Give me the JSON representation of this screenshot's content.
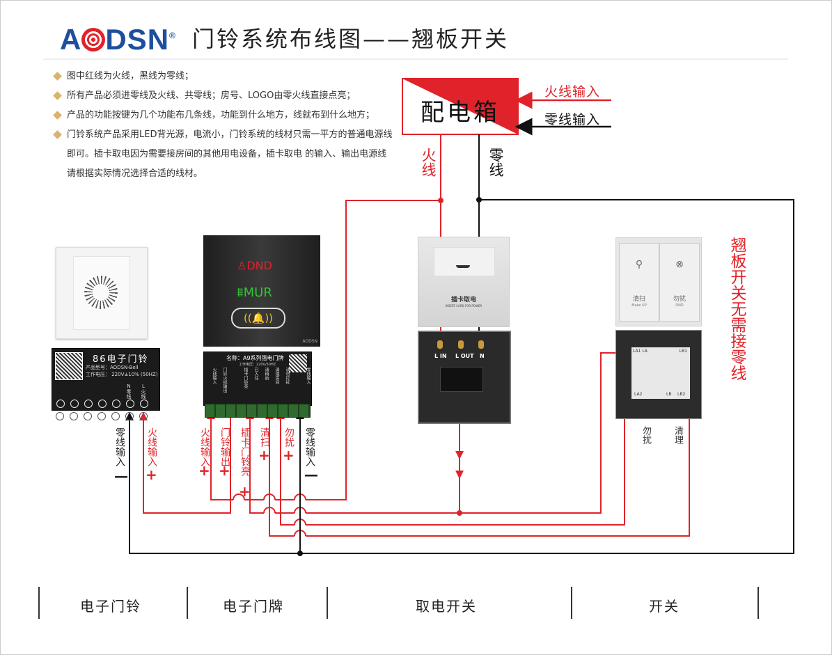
{
  "header": {
    "brand": "AODSN",
    "registered_mark": "®",
    "title": "门铃系统布线图——翘板开关"
  },
  "notes": [
    "图中红线为火线，黑线为零线；",
    "所有产品必须进零线及火线、共零线；房号、LOGO由零火线直接点亮；",
    "产品的功能按键为几个功能布几条线，功能到什么地方，线就布到什么地方；",
    "门铃系统产品采用LED背光源，电流小，门铃系统的线材只需一平方的普通电源线即可。插卡取电因为需要接房间的其他用电设备，插卡取电   的输入、输出电源线请根据实际情况选择合适的线材。"
  ],
  "distribution_box": {
    "label": "配电箱",
    "live_in": "火线输入",
    "neutral_in": "零线输入",
    "live_out": "火线",
    "neutral_out": "零线"
  },
  "doorbell": {
    "title": "86电子门铃",
    "model": "产品型号：AODSN-Bell",
    "voltage": "工作电压： 220V±10% (50HZ)",
    "n_label": "N零线",
    "l_label": "L火线",
    "wire_neutral": "零线输入",
    "wire_neutral_sign": "—",
    "wire_live": "火线输入",
    "wire_live_sign": "+"
  },
  "doorplate": {
    "front": {
      "dnd": "DND",
      "mur": "MUR",
      "brand_small": "AODSN"
    },
    "name": "名称：A9系列强电门牌",
    "voltage": "工作电压：220V/50HZ",
    "terminals": [
      "火线输入",
      "门铃火线输出",
      "",
      "插卡门铃亮",
      "已入住",
      "请稍后",
      "清理房间",
      "请勿打扰",
      "",
      "零线输入"
    ],
    "wires": [
      {
        "label": "火线输入",
        "sign": "+"
      },
      {
        "label": "门铃输出",
        "sign": "+"
      },
      {
        "label": "插卡门铃亮",
        "sign": "+"
      },
      {
        "label": "清扫",
        "sign": "+"
      },
      {
        "label": "勿扰",
        "sign": "+"
      },
      {
        "label": "零线输入",
        "sign": "—"
      }
    ]
  },
  "card_switch": {
    "front_cn": "插卡取电",
    "front_en": "INSERT CARD FOR POWER",
    "terminals": [
      "L IN",
      "L OUT",
      "N"
    ]
  },
  "rocker_switch": {
    "buttons": [
      {
        "cn": "清扫",
        "en": "Make UP"
      },
      {
        "cn": "勿扰",
        "en": "DND"
      }
    ],
    "terminals": [
      "LA1",
      "LA",
      "LB1",
      "LA2",
      "LB",
      "LB2"
    ],
    "wire_dnd": "勿扰",
    "wire_clean": "清理",
    "note": "翘板开关无需接零线"
  },
  "footer": [
    "电子门铃",
    "电子门牌",
    "取电开关",
    "开关"
  ],
  "colors": {
    "live": "#e0232a",
    "neutral": "#111111",
    "brand": "#1d4f9e",
    "bullet": "#d9b46a"
  }
}
